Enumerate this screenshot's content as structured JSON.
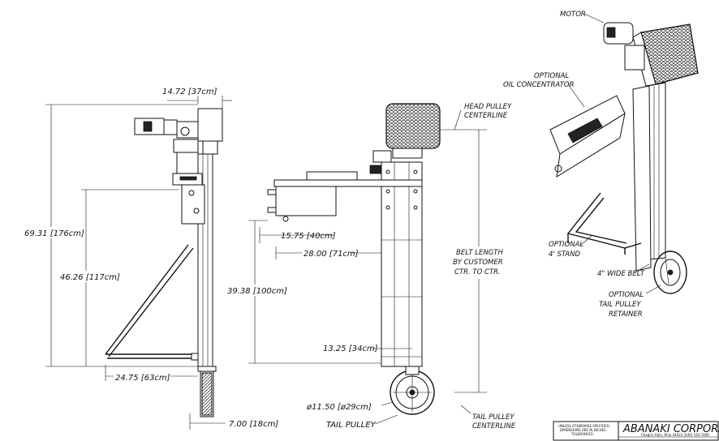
{
  "dimensions": {
    "top_width": "14.72 [37cm]",
    "overall_height": "69.31 [176cm]",
    "mid_height": "46.26 [117cm]",
    "base_width": "24.75 [63cm]",
    "belt_thickness": "7.00 [18cm]",
    "inlet_offset": "15.75 [40cm]",
    "tray_width": "28.00 [71cm]",
    "pulley_height": "39.38 [100cm]",
    "pulley_offset": "13.25 [34cm]",
    "pulley_diameter": "ø11.50 [ø29cm]"
  },
  "labels": {
    "head_pulley": [
      "HEAD PULLEY",
      "CENTERLINE"
    ],
    "belt_length": [
      "BELT LENGTH",
      "BY CUSTOMER",
      "CTR. TO CTR."
    ],
    "tail_pulley_cl": [
      "TAIL PULLEY",
      "CENTERLINE"
    ],
    "tail_pulley": "TAIL PULLEY",
    "motor": "MOTOR",
    "oil_concentrator": [
      "OPTIONAL",
      "OIL CONCENTRATOR"
    ],
    "stand": [
      "OPTIONAL",
      "4' STAND"
    ],
    "wide_belt": "4\" WIDE BELT",
    "retainer": [
      "OPTIONAL",
      "TAIL PULLEY",
      "RETAINER"
    ]
  },
  "title_block": {
    "company": "ABANAKI CORPORATIC",
    "address": "Chagrin Falls, Ohio 44023 (440) 543-7400",
    "notes": [
      "UNLESS OTHERWISE SPECIFIED",
      "DIMENSIONS ARE IN INCHES",
      "TOLERANCES:"
    ]
  }
}
